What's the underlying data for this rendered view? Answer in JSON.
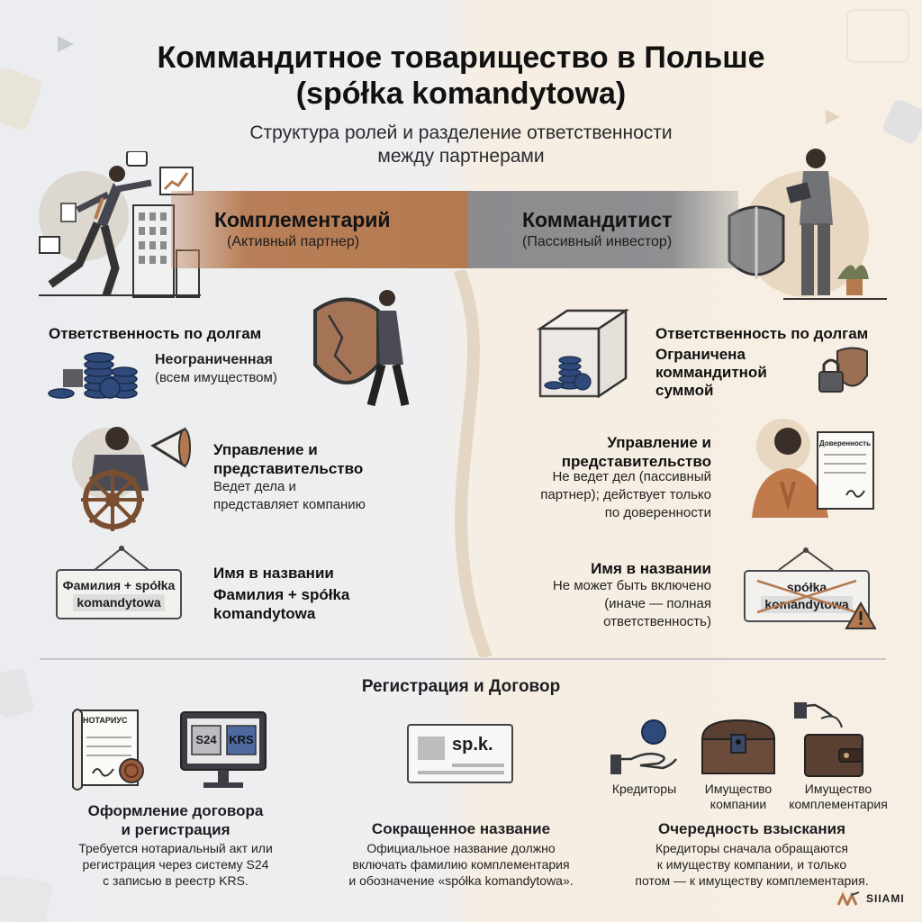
{
  "title_line1": "Коммандитное товарищество в Польше",
  "title_line2": "(spółka komandytowa)",
  "subtitle_line1": "Структура ролей и разделение ответственности",
  "subtitle_line2": "между партнерами",
  "left": {
    "role": "Комплементарий",
    "role_note": "(Активный партнер)",
    "liability": {
      "heading": "Ответственность по долгам",
      "value": "Неограниченная",
      "note": "(всем имуществом)"
    },
    "management": {
      "heading_l1": "Управление и",
      "heading_l2": "представительство",
      "text_l1": "Ведет дела и",
      "text_l2": "представляет компанию"
    },
    "name": {
      "heading": "Имя в названии",
      "text_l1": "Фамилия + spółka",
      "text_l2": "komandytowa",
      "sign_l1": "Фамилия + spółka",
      "sign_l2": "komandytowa"
    }
  },
  "right": {
    "role": "Коммандитист",
    "role_note": "(Пассивный инвестор)",
    "liability": {
      "heading": "Ответственность по долгам",
      "text_l1": "Ограничена",
      "text_l2": "коммандитной",
      "text_l3": "суммой"
    },
    "management": {
      "heading_l1": "Управление и",
      "heading_l2": "представительство",
      "text_l1": "Не ведет дел (пассивный",
      "text_l2": "партнер); действует только",
      "text_l3": "по доверенности",
      "doc_label": "Доверенность"
    },
    "name": {
      "heading": "Имя в названии",
      "text_l1": "Не может быть включено",
      "text_l2": "(иначе — полная",
      "text_l3": "ответственность)",
      "sign_l1": "spółka",
      "sign_l2": "komandytowa"
    }
  },
  "registration": {
    "title": "Регистрация и Договор",
    "col1": {
      "heading_l1": "Оформление договора",
      "heading_l2": "и регистрация",
      "text_l1": "Требуется нотариальный акт или",
      "text_l2": "регистрация через систему S24",
      "text_l3": "с записью в реестр KRS.",
      "doc_label": "НОТАРИУС",
      "screen1": "S24",
      "screen2": "KRS"
    },
    "col2": {
      "heading": "Сокращенное название",
      "text_l1": "Официальное название должно",
      "text_l2": "включать фамилию комплементария",
      "text_l3": "и обозначение «spółka komandytowa».",
      "card_label": "sp.k."
    },
    "col3": {
      "heading": "Очередность взыскания",
      "text_l1": "Кредиторы сначала обращаются",
      "text_l2": "к имуществу компании, и только",
      "text_l3": "потом — к имуществу комплементария.",
      "icon1_label": "Кредиторы",
      "icon2_label_l1": "Имущество",
      "icon2_label_l2": "компании",
      "icon3_label_l1": "Имущество",
      "icon3_label_l2": "комплементария"
    }
  },
  "brand": "SIIAMI",
  "colors": {
    "copper": "#b87f58",
    "gray": "#8f8f92",
    "navy": "#2f4a7a"
  }
}
